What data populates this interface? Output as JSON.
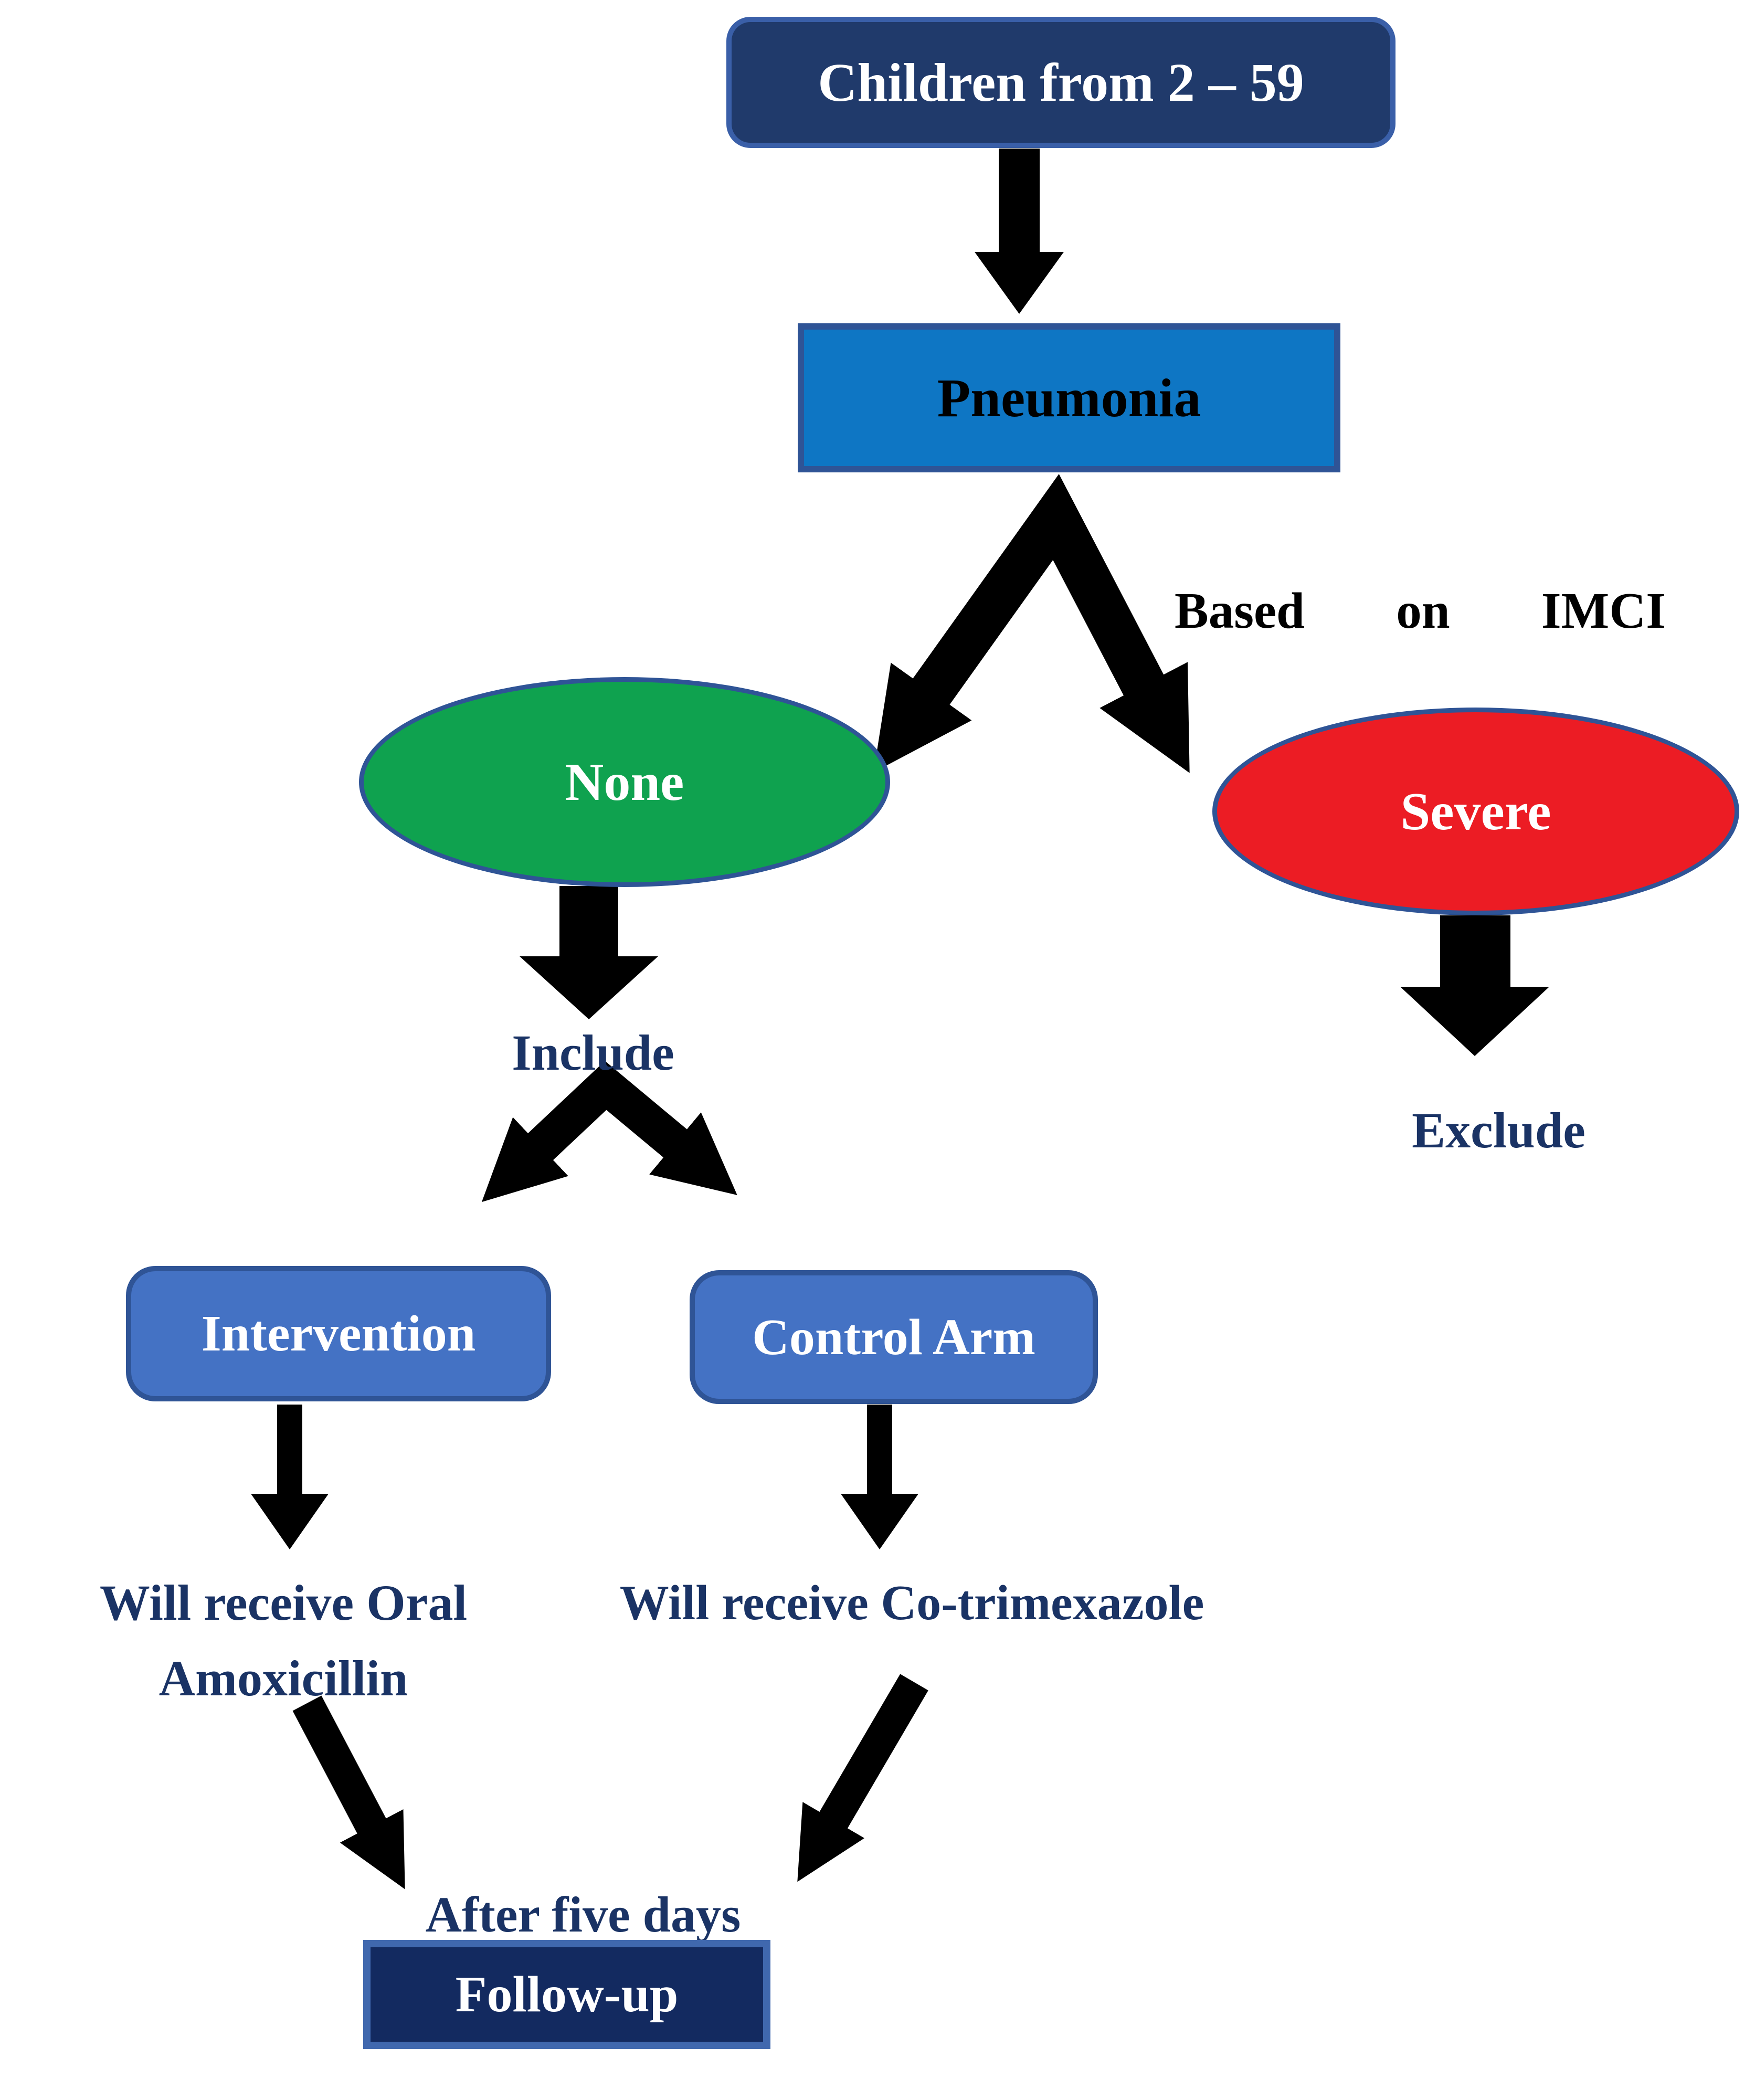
{
  "diagram": {
    "type": "flowchart",
    "description": "Study enrollment flowchart for children with pneumonia"
  },
  "colors": {
    "navy_fill": "#203A6B",
    "navy_dark_fill": "#132A60",
    "azure_fill": "#0E76C4",
    "green_fill": "#0FA24F",
    "red_fill": "#EC1C24",
    "mid_blue_fill": "#4472C4",
    "border_blue": "#2F5496",
    "border_light_blue": "#4068AE",
    "label_navy": "#1A3365",
    "arrow_black": "#000000",
    "text_white": "#FFFFFF",
    "text_black": "#000000"
  },
  "nodes": {
    "children": {
      "label": "Children from 2 – 59"
    },
    "pneumonia": {
      "label": "Pneumonia"
    },
    "based_on_imci": {
      "label": "Based on IMCI"
    },
    "none": {
      "label": "None"
    },
    "severe": {
      "label": "Severe"
    },
    "include": {
      "label": "Include"
    },
    "exclude": {
      "label": "Exclude"
    },
    "intervention": {
      "label": "Intervention"
    },
    "control": {
      "label": "Control Arm"
    },
    "oral": {
      "line1": "Will receive Oral",
      "line2": "Amoxicillin"
    },
    "cotrim": {
      "label": "Will receive Co-trimexazole"
    },
    "after_five": {
      "label": "After five days"
    },
    "followup": {
      "label": "Follow-up"
    }
  }
}
